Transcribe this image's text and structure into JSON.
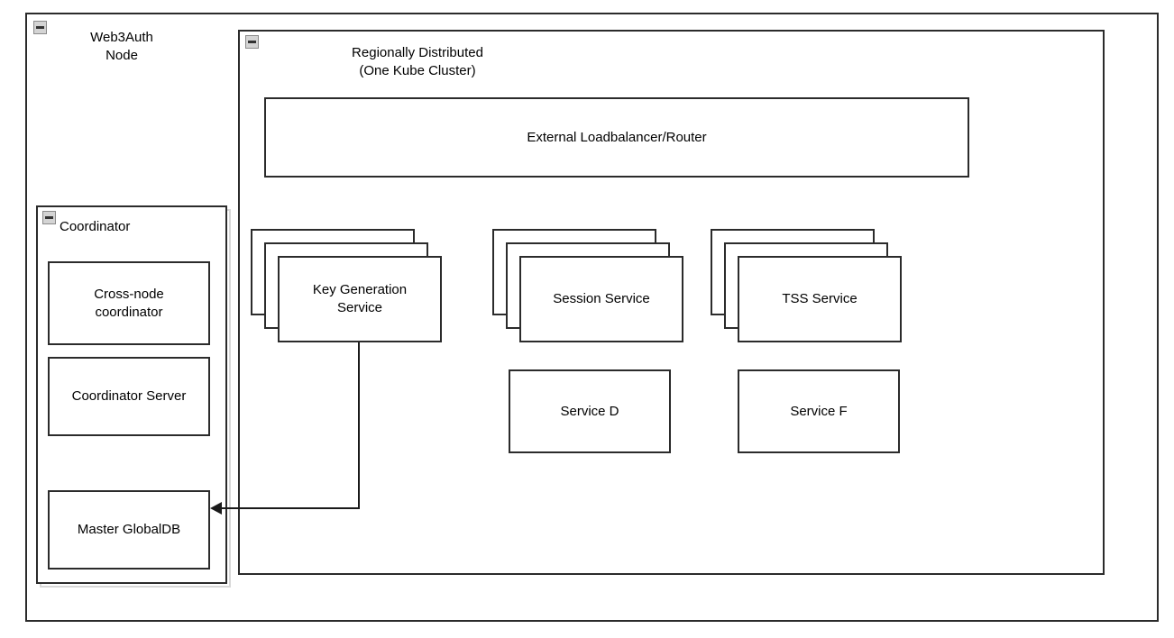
{
  "diagram": {
    "type": "architecture-diagram",
    "background": "#ffffff",
    "line_color": "#2b2b2b",
    "text_color": "#000000",
    "frame_shadow_color": "#d8d8d8"
  },
  "outer_node": {
    "title": "Web3Auth\nNode",
    "collapse_icon": "minus-square-icon"
  },
  "cluster": {
    "title": "Regionally Distributed\n(One Kube Cluster)",
    "collapse_icon": "minus-square-icon",
    "loadbalancer": {
      "label": "External Loadbalancer/Router"
    },
    "stacked_services": [
      {
        "label": "Key Generation\nService",
        "layers": 3
      },
      {
        "label": "Session Service",
        "layers": 3
      },
      {
        "label": "TSS Service",
        "layers": 3
      }
    ],
    "plain_services": [
      {
        "label": "Service D"
      },
      {
        "label": "Service F"
      }
    ]
  },
  "coordinator": {
    "title": "Coordinator",
    "collapse_icon": "minus-square-icon",
    "components": [
      {
        "label": "Cross-node\ncoordinator"
      },
      {
        "label": "Coordinator Server"
      },
      {
        "label": "Master GlobalDB"
      }
    ]
  },
  "connector": {
    "from": "Key Generation Service",
    "to": "Master GlobalDB",
    "arrow": "arrow-left-icon"
  }
}
